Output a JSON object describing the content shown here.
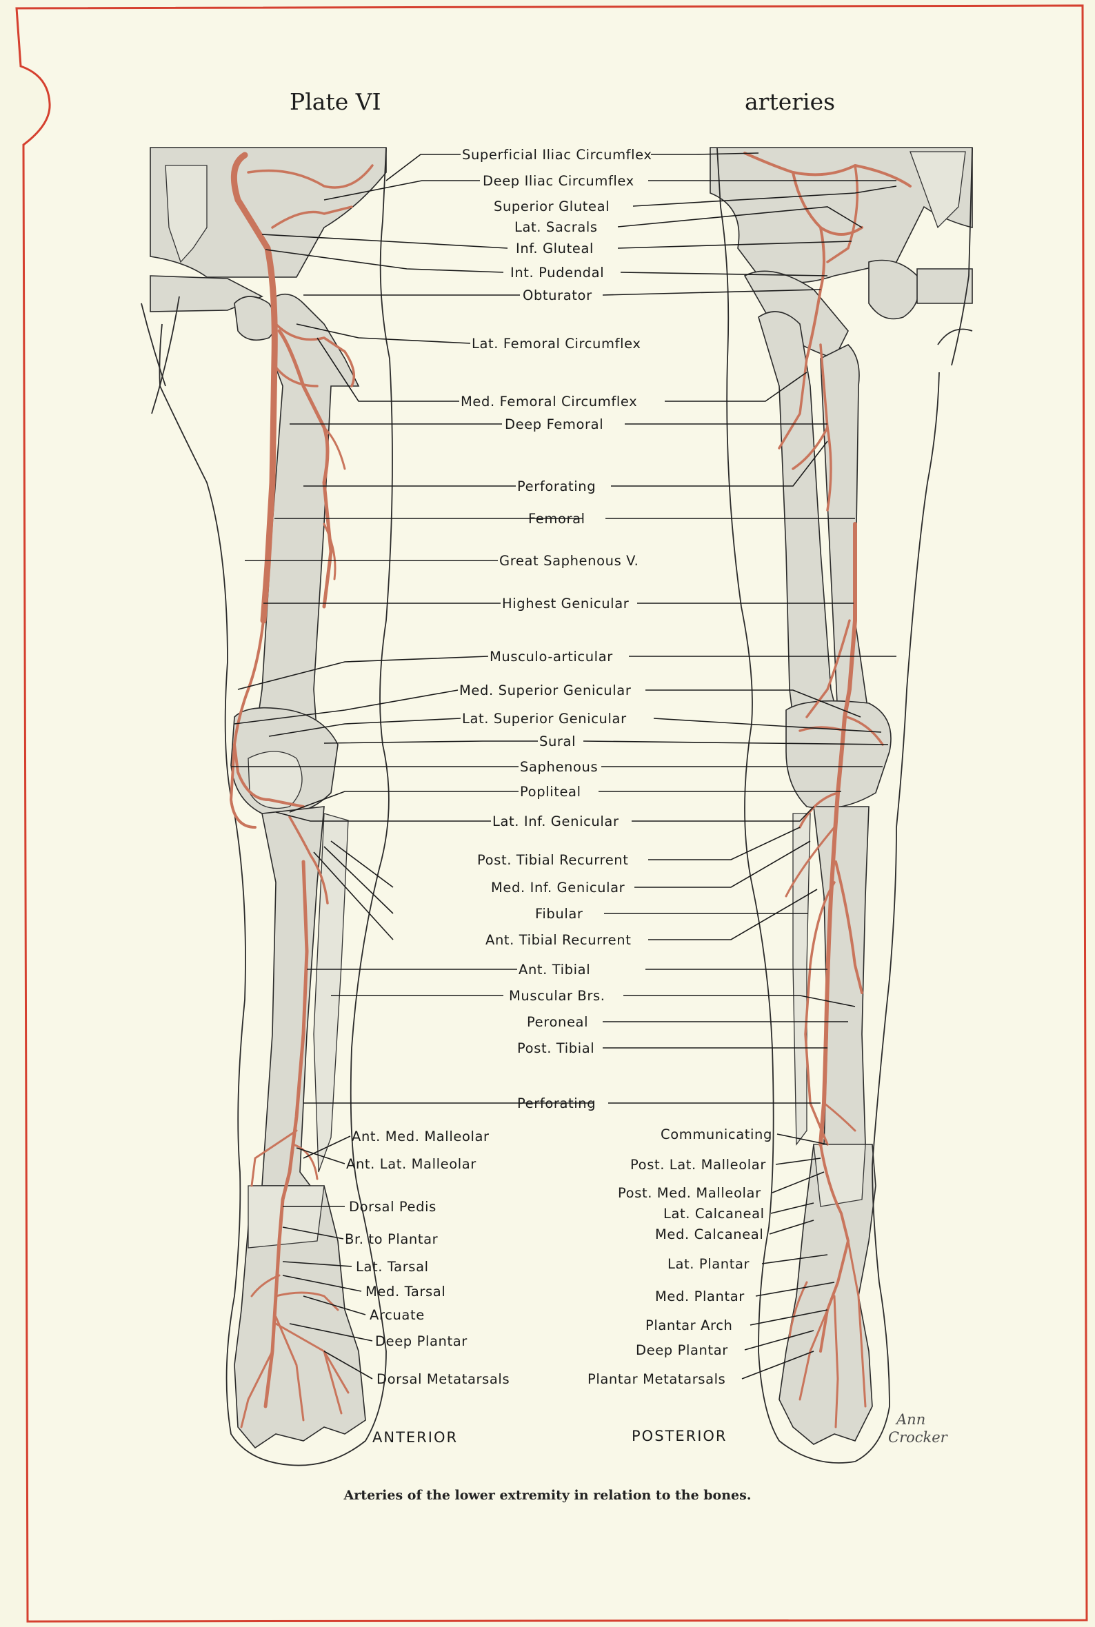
{
  "header": {
    "plate": "Plate VI",
    "section": "arteries"
  },
  "labels": {
    "superficial_iliac_circumflex": "Superficial Iliac Circumflex",
    "deep_iliac_circumflex": "Deep Iliac Circumflex",
    "superior_gluteal": "Superior Gluteal",
    "lat_sacrals": "Lat. Sacrals",
    "inf_gluteal": "Inf. Gluteal",
    "int_pudendal": "Int. Pudendal",
    "obturator": "Obturator",
    "lat_femoral_circumflex": "Lat. Femoral Circumflex",
    "med_femoral_circumflex": "Med. Femoral Circumflex",
    "deep_femoral": "Deep Femoral",
    "perforating_upper": "Perforating",
    "femoral": "Femoral",
    "great_saphenous_v": "Great Saphenous V.",
    "highest_genicular": "Highest Genicular",
    "musculo_articular": "Musculo-articular",
    "med_superior_genicular": "Med. Superior Genicular",
    "lat_superior_genicular": "Lat. Superior Genicular",
    "sural": "Sural",
    "saphenous": "Saphenous",
    "popliteal": "Popliteal",
    "lat_inf_genicular": "Lat. Inf. Genicular",
    "post_tibial_recurrent": "Post. Tibial Recurrent",
    "med_inf_genicular": "Med. Inf. Genicular",
    "fibular": "Fibular",
    "ant_tibial_recurrent": "Ant. Tibial Recurrent",
    "ant_tibial": "Ant. Tibial",
    "muscular_brs": "Muscular Brs.",
    "peroneal": "Peroneal",
    "post_tibial": "Post. Tibial",
    "perforating_lower": "Perforating"
  },
  "anterior_labels": {
    "ant_med_malleolar": "Ant. Med. Malleolar",
    "ant_lat_malleolar": "Ant. Lat. Malleolar",
    "dorsal_pedis": "Dorsal Pedis",
    "br_to_plantar": "Br. to Plantar",
    "lat_tarsal": "Lat. Tarsal",
    "med_tarsal": "Med. Tarsal",
    "arcuate": "Arcuate",
    "deep_plantar": "Deep Plantar",
    "dorsal_metatarsals": "Dorsal Metatarsals"
  },
  "posterior_labels": {
    "communicating": "Communicating",
    "post_lat_malleolar": "Post. Lat. Malleolar",
    "post_med_malleolar": "Post. Med. Malleolar",
    "lat_calcaneal": "Lat. Calcaneal",
    "med_calcaneal": "Med. Calcaneal",
    "lat_plantar": "Lat. Plantar",
    "med_plantar": "Med. Plantar",
    "plantar_arch": "Plantar Arch",
    "deep_plantar": "Deep Plantar",
    "plantar_metatarsals": "Plantar Metatarsals"
  },
  "views": {
    "anterior": "ANTERIOR",
    "posterior": "POSTERIOR"
  },
  "signature": {
    "line1": "Ann",
    "line2": "Crocker"
  },
  "caption": "Arteries of the lower extremity in relation to the bones.",
  "colors": {
    "paper": "#f7f6e4",
    "artery": "#c9755c",
    "bone": "#dadad0",
    "ink": "#1b1b1b",
    "edge_red": "#d5402f"
  }
}
